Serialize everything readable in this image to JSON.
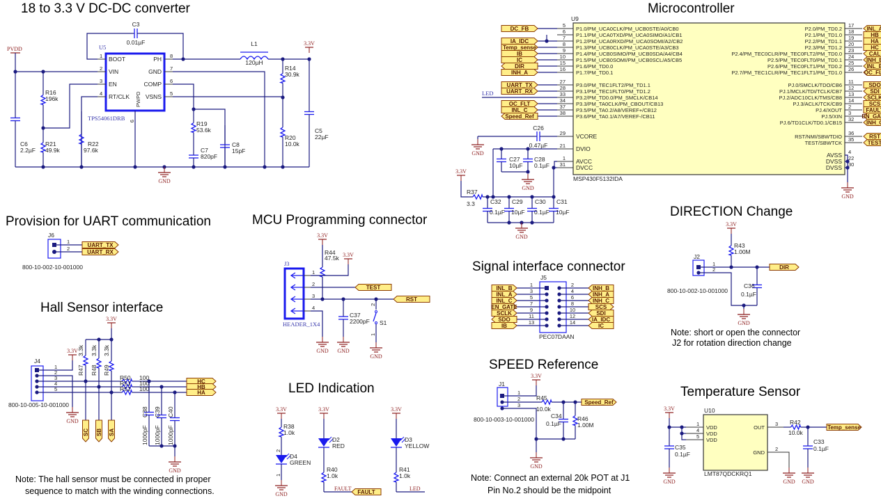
{
  "sections": {
    "dcdc": {
      "title": "18 to 3.3 V DC-DC converter",
      "ic_ref": "U5",
      "ic_part": "TPS54061DRB",
      "pins_left": [
        {
          "num": "1",
          "name": "BOOT"
        },
        {
          "num": "2",
          "name": "VIN"
        },
        {
          "num": "3",
          "name": "EN"
        },
        {
          "num": "4",
          "name": "RT/CLK"
        }
      ],
      "pins_right": [
        {
          "num": "8",
          "name": "PH"
        },
        {
          "num": "7",
          "name": "GND"
        },
        {
          "num": "6",
          "name": "COMP"
        },
        {
          "num": "5",
          "name": "VSNS"
        }
      ],
      "pwpd": {
        "num": "9",
        "name": "PWPD"
      },
      "power_in": "PVDD",
      "power_out": "3.3V",
      "gnd": "GND",
      "components": [
        {
          "ref": "C3",
          "value": "0.01µF"
        },
        {
          "ref": "L1",
          "value": "120µH"
        },
        {
          "ref": "R14",
          "value": "30.9k"
        },
        {
          "ref": "R20",
          "value": "10.0k"
        },
        {
          "ref": "C5",
          "value": "22µF"
        },
        {
          "ref": "R16",
          "value": "196k"
        },
        {
          "ref": "R21",
          "value": "49.9k"
        },
        {
          "ref": "R22",
          "value": "97.6k"
        },
        {
          "ref": "C6",
          "value": "2.2µF"
        },
        {
          "ref": "R19",
          "value": "53.6k"
        },
        {
          "ref": "C7",
          "value": "820pF"
        },
        {
          "ref": "C8",
          "value": "15pF"
        }
      ]
    },
    "mcu": {
      "title": "Microcontroller",
      "ic_ref": "U9",
      "ic_part": "MSP430F5132IDA",
      "left_pins": [
        {
          "num": "5",
          "name": "P1.0/PM_UCA0CLK/PM_UCB0STE/A0/CB0",
          "net": "DC_FB",
          "dir": "out"
        },
        {
          "num": "6",
          "name": "P1.1/PM_UCA0TXD/PM_UCA0SIMO/A1/CB1",
          "net": "",
          "dir": ""
        },
        {
          "num": "7",
          "name": "P1.2/PM_UCA0RXD/PM_UCA0SOMI/A2/CB2",
          "net": "IA_IDC",
          "dir": "out"
        },
        {
          "num": "8",
          "name": "P1.3/PM_UCB0CLK/PM_UCA0STE/A3/CB3",
          "net": "Temp_sense",
          "dir": "out"
        },
        {
          "num": "9",
          "name": "P1.4/PM_UCB0SIMO/PM_UCB0SDA/A4/CB4",
          "net": "IB",
          "dir": "out"
        },
        {
          "num": "10",
          "name": "P1.5/PM_UCB0SOMI/PM_UCB0SCL/A5/CB5",
          "net": "IC",
          "dir": "out"
        },
        {
          "num": "15",
          "name": "P1.6/PM_TD0.0",
          "net": "DIR",
          "dir": "in"
        },
        {
          "num": "16",
          "name": "P1.7/PM_TD0.1",
          "net": "INH_A",
          "dir": "out"
        },
        {
          "num": "27",
          "name": "P3.0/PM_TEC1FLT2/PM_TD1.1",
          "net": "UART_TX",
          "dir": "out"
        },
        {
          "num": "28",
          "name": "P3.1/PM_TEC1FLT0/PM_TD1.2",
          "net": "UART_RX",
          "dir": "out"
        },
        {
          "num": "33",
          "name": "P3.2/PM_TD0.0/PM_SMCLK/CB14",
          "net": "LED",
          "dir": "wire"
        },
        {
          "num": "34",
          "name": "P3.3/PM_TA0CLK/PM_CBOUT/CB13",
          "net": "OC_FLT",
          "dir": "out"
        },
        {
          "num": "37",
          "name": "P3.5/PM_TA0.2/A8/VEREF+/CB12",
          "net": "INL_C",
          "dir": "out"
        },
        {
          "num": "38",
          "name": "P3.6/PM_TA0.1/A7/VEREF-/CB11",
          "net": "Speed_Ref",
          "dir": "in"
        }
      ],
      "power_pins": [
        {
          "num": "29",
          "name": "VCORE"
        },
        {
          "num": "21",
          "name": "DVIO"
        },
        {
          "num": "1",
          "name": "AVCC"
        },
        {
          "num": "31",
          "name": "DVCC"
        }
      ],
      "right_pins": [
        {
          "num": "17",
          "name": "P2.0/PM_TD0.2",
          "net": "INL_A",
          "dir": "in"
        },
        {
          "num": "18",
          "name": "P2.1/PM_TD1.0",
          "net": "HB",
          "dir": "out"
        },
        {
          "num": "19",
          "name": "P2.2/PM_TD1.1",
          "net": "HA",
          "dir": "out"
        },
        {
          "num": "20",
          "name": "P2.3/PM_TD1.2",
          "net": "HC",
          "dir": "out"
        },
        {
          "num": "23",
          "name": "P2.4/PM_TEC0CLR/PM_TEC0FLT2/PM_TD0.0",
          "net": "CAL",
          "dir": "in"
        },
        {
          "num": "24",
          "name": "P2.5/PM_TEC0FLT0/PM_TD0.1",
          "net": "INH_B",
          "dir": "in"
        },
        {
          "num": "25",
          "name": "P2.6/PM_TEC0FLT1/PM_TD0.2",
          "net": "INL_B",
          "dir": "in"
        },
        {
          "num": "26",
          "name": "P2.7/PM_TEC1CLR/PM_TEC1FLT1/PM_TD1.0",
          "net": "OC_FLT",
          "dir": "in"
        },
        {
          "num": "11",
          "name": "PJ.0/SMCLK/TDO/CB6",
          "net": "SDO",
          "dir": "out"
        },
        {
          "num": "12",
          "name": "PJ.1/MCLK/TDI/TCLK/CB7",
          "net": "SDI",
          "dir": "in"
        },
        {
          "num": "13",
          "name": "PJ.2/ADC10CLK/TMS/CB8",
          "net": "SCLK",
          "dir": "in"
        },
        {
          "num": "14",
          "name": "PJ.3/ACLK/TCK/CB9",
          "net": "SCS",
          "dir": "out"
        },
        {
          "num": "2",
          "name": "PJ.4/XOUT",
          "net": "FAULT",
          "dir": "out"
        },
        {
          "num": "3",
          "name": "PJ.5/XIN",
          "net": "EN_GATE",
          "dir": "in"
        },
        {
          "num": "32",
          "name": "PJ.6/TD1CLK/TD0.1/CB15",
          "net": "INH_C",
          "dir": "in"
        },
        {
          "num": "36",
          "name": "RST/NMI/SBWTDIO",
          "net": "RST",
          "dir": "in"
        },
        {
          "num": "35",
          "name": "TEST/SBWTCK",
          "net": "TEST",
          "dir": "in"
        }
      ],
      "gnd_pins": [
        {
          "num": "4",
          "name": "AVSS"
        },
        {
          "num": "22",
          "name": "DVSS"
        },
        {
          "num": "30",
          "name": "DVSS"
        }
      ],
      "decoupling": [
        {
          "ref": "C26",
          "value": "0.47µF"
        },
        {
          "ref": "C27",
          "value": "10µF"
        },
        {
          "ref": "C28",
          "value": "0.1µF"
        },
        {
          "ref": "R37",
          "value": "3.3"
        },
        {
          "ref": "C32",
          "value": "0.1µF"
        },
        {
          "ref": "C29",
          "value": "10µF"
        },
        {
          "ref": "C30",
          "value": "0.1µF"
        },
        {
          "ref": "C31",
          "value": "10µF"
        }
      ]
    },
    "uart": {
      "title": "Provision for UART communication",
      "conn_ref": "J6",
      "conn_part": "800-10-002-10-001000",
      "pins": [
        {
          "num": "1",
          "net": "UART_TX"
        },
        {
          "num": "2",
          "net": "UART_RX"
        }
      ]
    },
    "prog": {
      "title": "MCU Programming connector",
      "conn_ref": "J3",
      "conn_part": "HEADER_1X4",
      "pins": [
        "1",
        "2",
        "3",
        "4"
      ],
      "nets": {
        "test": "TEST",
        "rst": "RST"
      },
      "components": [
        {
          "ref": "R44",
          "value": "47.5k"
        },
        {
          "ref": "C37",
          "value": "2200pF"
        },
        {
          "ref": "S1",
          "value": ""
        }
      ]
    },
    "hall": {
      "title": "Hall Sensor interface",
      "conn_ref": "J4",
      "conn_part": "800-10-005-10-001000",
      "pins": [
        "1",
        "2",
        "3",
        "4",
        "5"
      ],
      "pullups": [
        {
          "ref": "R47",
          "value": "3.3k"
        },
        {
          "ref": "R48",
          "value": "3.3k"
        },
        {
          "ref": "R49",
          "value": "3.3k"
        }
      ],
      "series": [
        {
          "ref": "R50",
          "value": "100",
          "net": "HC"
        },
        {
          "ref": "R51",
          "value": "100",
          "net": "HB"
        },
        {
          "ref": "R52",
          "value": "100",
          "net": "HA"
        }
      ],
      "caps": [
        {
          "ref": "C38",
          "value": "1000pF"
        },
        {
          "ref": "C39",
          "value": "1000pF"
        },
        {
          "ref": "C40",
          "value": "1000pF"
        }
      ],
      "sense_nets": [
        "SC",
        "SB",
        "SA"
      ],
      "note_line1": "Note: The hall sensor must be connected in proper",
      "note_line2": "sequence to match with the winding connections."
    },
    "led": {
      "title": "LED Indication",
      "leds": [
        {
          "res": "R38",
          "res_val": "1.0k",
          "diode": "D4",
          "color": "GREEN"
        },
        {
          "res": "R40",
          "res_val": "1.0k",
          "diode": "D2",
          "color": "RED",
          "net": "FAULT"
        },
        {
          "res": "R41",
          "res_val": "1.0k",
          "diode": "D3",
          "color": "YELLOW",
          "net": "LED"
        }
      ]
    },
    "signal": {
      "title": "Signal interface connector",
      "conn_ref": "J5",
      "conn_part": "PEC07DAAN",
      "left": [
        {
          "num": "1",
          "net": "INL_B"
        },
        {
          "num": "3",
          "net": "INL_A"
        },
        {
          "num": "5",
          "net": "INL_C"
        },
        {
          "num": "7",
          "net": "EN_GATE"
        },
        {
          "num": "9",
          "net": "SCLK"
        },
        {
          "num": "11",
          "net": "SDO"
        },
        {
          "num": "13",
          "net": "IB"
        }
      ],
      "right": [
        {
          "num": "2",
          "net": "INH_B"
        },
        {
          "num": "4",
          "net": "INH_A"
        },
        {
          "num": "6",
          "net": "INH_C"
        },
        {
          "num": "8",
          "net": "SCS"
        },
        {
          "num": "10",
          "net": "SDI"
        },
        {
          "num": "12",
          "net": "IA_IDC"
        },
        {
          "num": "14",
          "net": "IC"
        }
      ]
    },
    "speed": {
      "title": "SPEED Reference",
      "conn_ref": "J1",
      "conn_part": "800-10-003-10-001000",
      "pins": [
        "1",
        "2",
        "3"
      ],
      "components": [
        {
          "ref": "R45",
          "value": "10.0k"
        },
        {
          "ref": "C34",
          "value": "0.1µF"
        },
        {
          "ref": "R46",
          "value": "1.00M"
        }
      ],
      "net": "Speed_Ref",
      "note_line1": "Note: Connect an external 20k POT at J1",
      "note_line2": "Pin No.2 should be the midpoint"
    },
    "direction": {
      "title": "DIRECTION Change",
      "conn_ref": "J2",
      "conn_part": "800-10-002-10-001000",
      "pins": [
        "1",
        "2"
      ],
      "components": [
        {
          "ref": "R43",
          "value": "1.00M"
        },
        {
          "ref": "C36",
          "value": "0.1µF"
        }
      ],
      "net": "DIR",
      "note_line1": "Note: short or open the connector",
      "note_line2": "J2 for rotation direction change"
    },
    "temp": {
      "title": "Temperature Sensor",
      "ic_ref": "U10",
      "ic_part": "LMT87QDCKRQ1",
      "pins_left": [
        {
          "num": "1",
          "name": "VDD"
        },
        {
          "num": "4",
          "name": "VDD"
        },
        {
          "num": "5",
          "name": "VDD"
        }
      ],
      "pins_right": [
        {
          "num": "3",
          "name": "OUT"
        },
        {
          "num": "2",
          "name": "GND"
        }
      ],
      "components": [
        {
          "ref": "R42",
          "value": "10.0k"
        },
        {
          "ref": "C33",
          "value": "0.1µF"
        },
        {
          "ref": "C35",
          "value": "0.1µF"
        }
      ],
      "net": "Temp_sense"
    }
  },
  "labels": {
    "v33": "3.3V",
    "gnd": "GND"
  }
}
